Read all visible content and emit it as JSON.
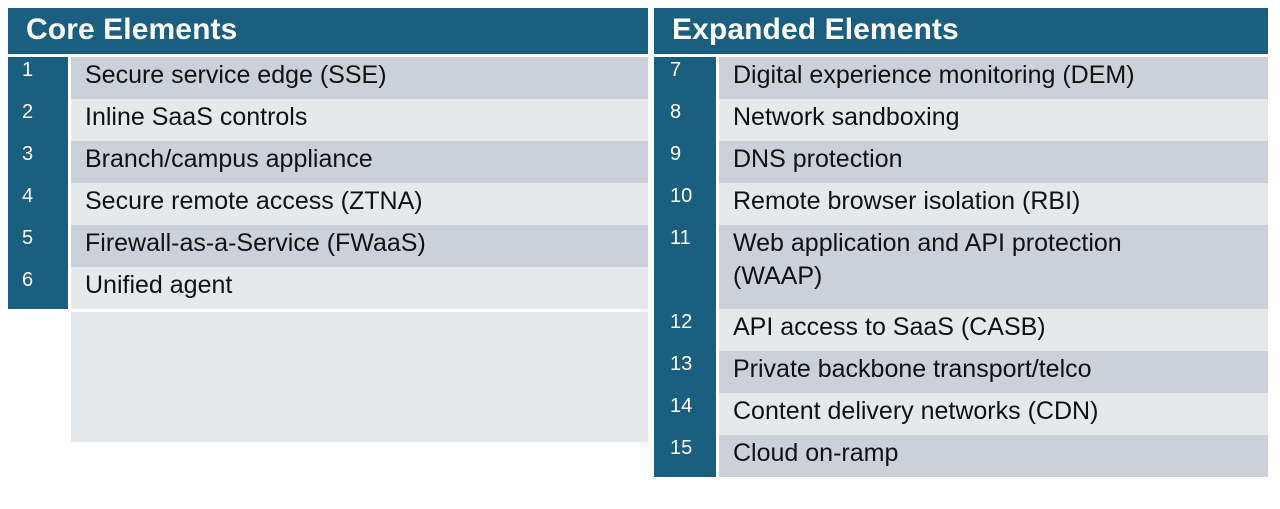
{
  "theme": {
    "header_blue": "#1b5f80",
    "row_shade_dark": "#ccd0d8",
    "row_shade_light": "#e6e9ec",
    "text_color": "#111111",
    "header_text_color": "#ffffff"
  },
  "tables": {
    "core": {
      "header": "Core Elements",
      "rows": [
        {
          "num": "1",
          "lines": [
            "Secure service edge (SSE)"
          ]
        },
        {
          "num": "2",
          "lines": [
            "Inline SaaS controls"
          ]
        },
        {
          "num": "3",
          "lines": [
            "Branch/campus appliance"
          ]
        },
        {
          "num": "4",
          "lines": [
            "Secure remote access (ZTNA)"
          ]
        },
        {
          "num": "5",
          "lines": [
            "Firewall-as-a-Service (FWaaS)"
          ]
        },
        {
          "num": "6",
          "lines": [
            "Unified agent"
          ]
        }
      ]
    },
    "expanded": {
      "header": "Expanded Elements",
      "rows": [
        {
          "num": "7",
          "lines": [
            "Digital experience monitoring (DEM)"
          ]
        },
        {
          "num": "8",
          "lines": [
            "Network sandboxing"
          ]
        },
        {
          "num": "9",
          "lines": [
            "DNS protection"
          ]
        },
        {
          "num": "10",
          "lines": [
            "Remote browser isolation (RBI)"
          ]
        },
        {
          "num": "11",
          "lines": [
            "Web application and API protection",
            "(WAAP)"
          ]
        },
        {
          "num": "12",
          "lines": [
            "API access to SaaS (CASB)"
          ]
        },
        {
          "num": "13",
          "lines": [
            "Private backbone transport/telco"
          ]
        },
        {
          "num": "14",
          "lines": [
            "Content delivery networks (CDN)"
          ]
        },
        {
          "num": "15",
          "lines": [
            "Cloud on-ramp"
          ]
        }
      ]
    }
  }
}
